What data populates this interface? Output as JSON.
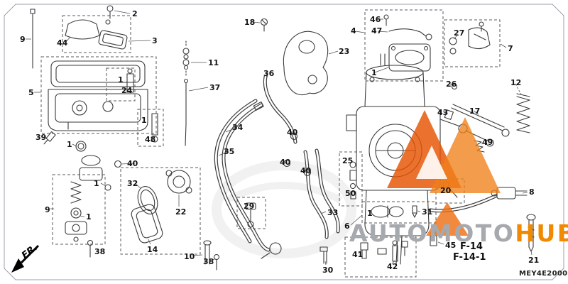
{
  "diagram": {
    "code": "MEY4E2000E",
    "fig_ref_1": "F-14",
    "fig_ref_2": "F-14-1",
    "front_marker": "FR.",
    "watermark_gray": "AUTOMOTO",
    "watermark_accent": "HUB",
    "colors": {
      "watermark_gray": "#a6a9ad",
      "watermark_accent": "#f18a00",
      "logo_triangle_dark": "#e65300",
      "logo_triangle_light": "#f08018",
      "line_art": "#3a3a3a"
    },
    "callouts": [
      "2",
      "9",
      "44",
      "3",
      "18",
      "46",
      "47",
      "4",
      "27",
      "7",
      "23",
      "11",
      "36",
      "1",
      "24",
      "37",
      "12",
      "5",
      "26",
      "43",
      "17",
      "1",
      "48",
      "39",
      "34",
      "40",
      "49",
      "35",
      "1",
      "40",
      "25",
      "40",
      "40",
      "32",
      "1",
      "20",
      "8",
      "50",
      "22",
      "29",
      "9",
      "1",
      "31",
      "1",
      "6",
      "33",
      "14",
      "10",
      "38",
      "38",
      "30",
      "41",
      "42",
      "45",
      "21",
      "1"
    ]
  }
}
